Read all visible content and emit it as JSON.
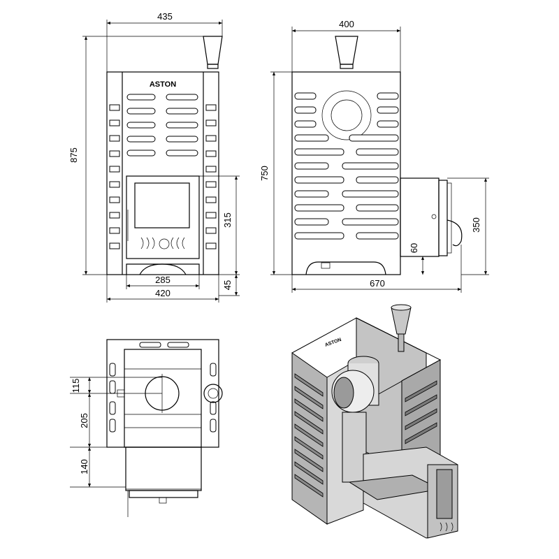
{
  "brand": {
    "logo_text": "ASTON"
  },
  "dimensions": {
    "front_top_width": "435",
    "front_height": "875",
    "front_door_height": "315",
    "front_door_width": "285",
    "front_base_width": "420",
    "front_leg_height": "45",
    "side_top_width": "400",
    "side_height": "750",
    "side_tunnel_height": "350",
    "side_tunnel_offset": "60",
    "side_total_length": "670",
    "top_dim_a": "115",
    "top_dim_b": "205",
    "top_dim_c": "140"
  },
  "colors": {
    "line": "#000000",
    "metal_light": "#d9d9d9",
    "metal_mid": "#b5b5b5",
    "metal_dark": "#8a8a8a"
  }
}
